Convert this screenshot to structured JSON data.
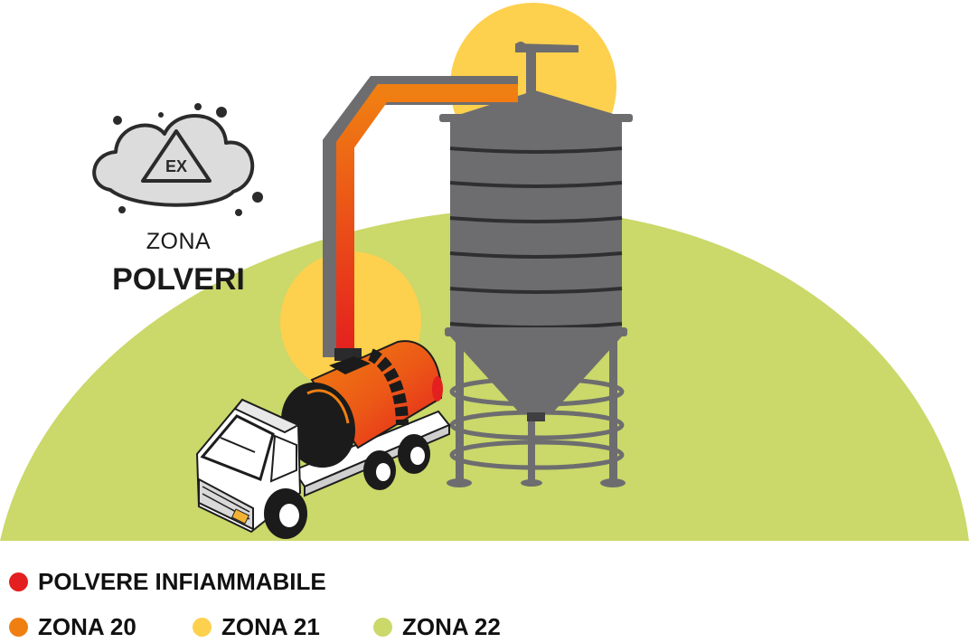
{
  "colors": {
    "hill": "#cbd86a",
    "sun": "#fdd04d",
    "steel": "#6d6d70",
    "steel_dark": "#3f3f42",
    "red": "#e41f1f",
    "orange": "#f07f12",
    "cloud": "#dcdcdc"
  },
  "badge": {
    "symbol": "EX"
  },
  "zone_word": "ZONA",
  "zone_title": "POLVERI",
  "legend": {
    "flammable": {
      "label": "POLVERE INFIAMMABILE",
      "color": "#e41f1f"
    },
    "zone20": {
      "label": "ZONA 20",
      "color": "#f07f12"
    },
    "zone21": {
      "label": "ZONA 21",
      "color": "#fdd04d"
    },
    "zone22": {
      "label": "ZONA 22",
      "color": "#cbd86a"
    }
  },
  "icons": {
    "badge": "explosion-warning-cloud-icon",
    "truck": "tanker-truck-icon",
    "silo": "silo-icon"
  }
}
